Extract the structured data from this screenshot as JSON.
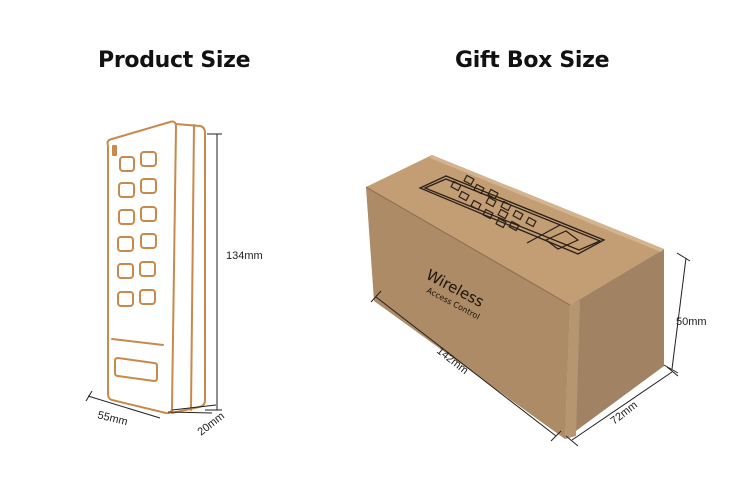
{
  "titles": {
    "product": "Product Size",
    "giftbox": "Gift Box Size"
  },
  "product": {
    "height": "134mm",
    "width": "55mm",
    "depth": "20mm",
    "line_color": "#c8894a",
    "keypad_rows": 6,
    "keypad_cols": 2
  },
  "giftbox": {
    "length": "142mm",
    "width": "72mm",
    "height": "50mm",
    "print_brand": "Wireless",
    "print_sub": "Access Control",
    "colors": {
      "top": "#c09a72",
      "front": "#ab8a65",
      "side": "#a08262"
    }
  }
}
